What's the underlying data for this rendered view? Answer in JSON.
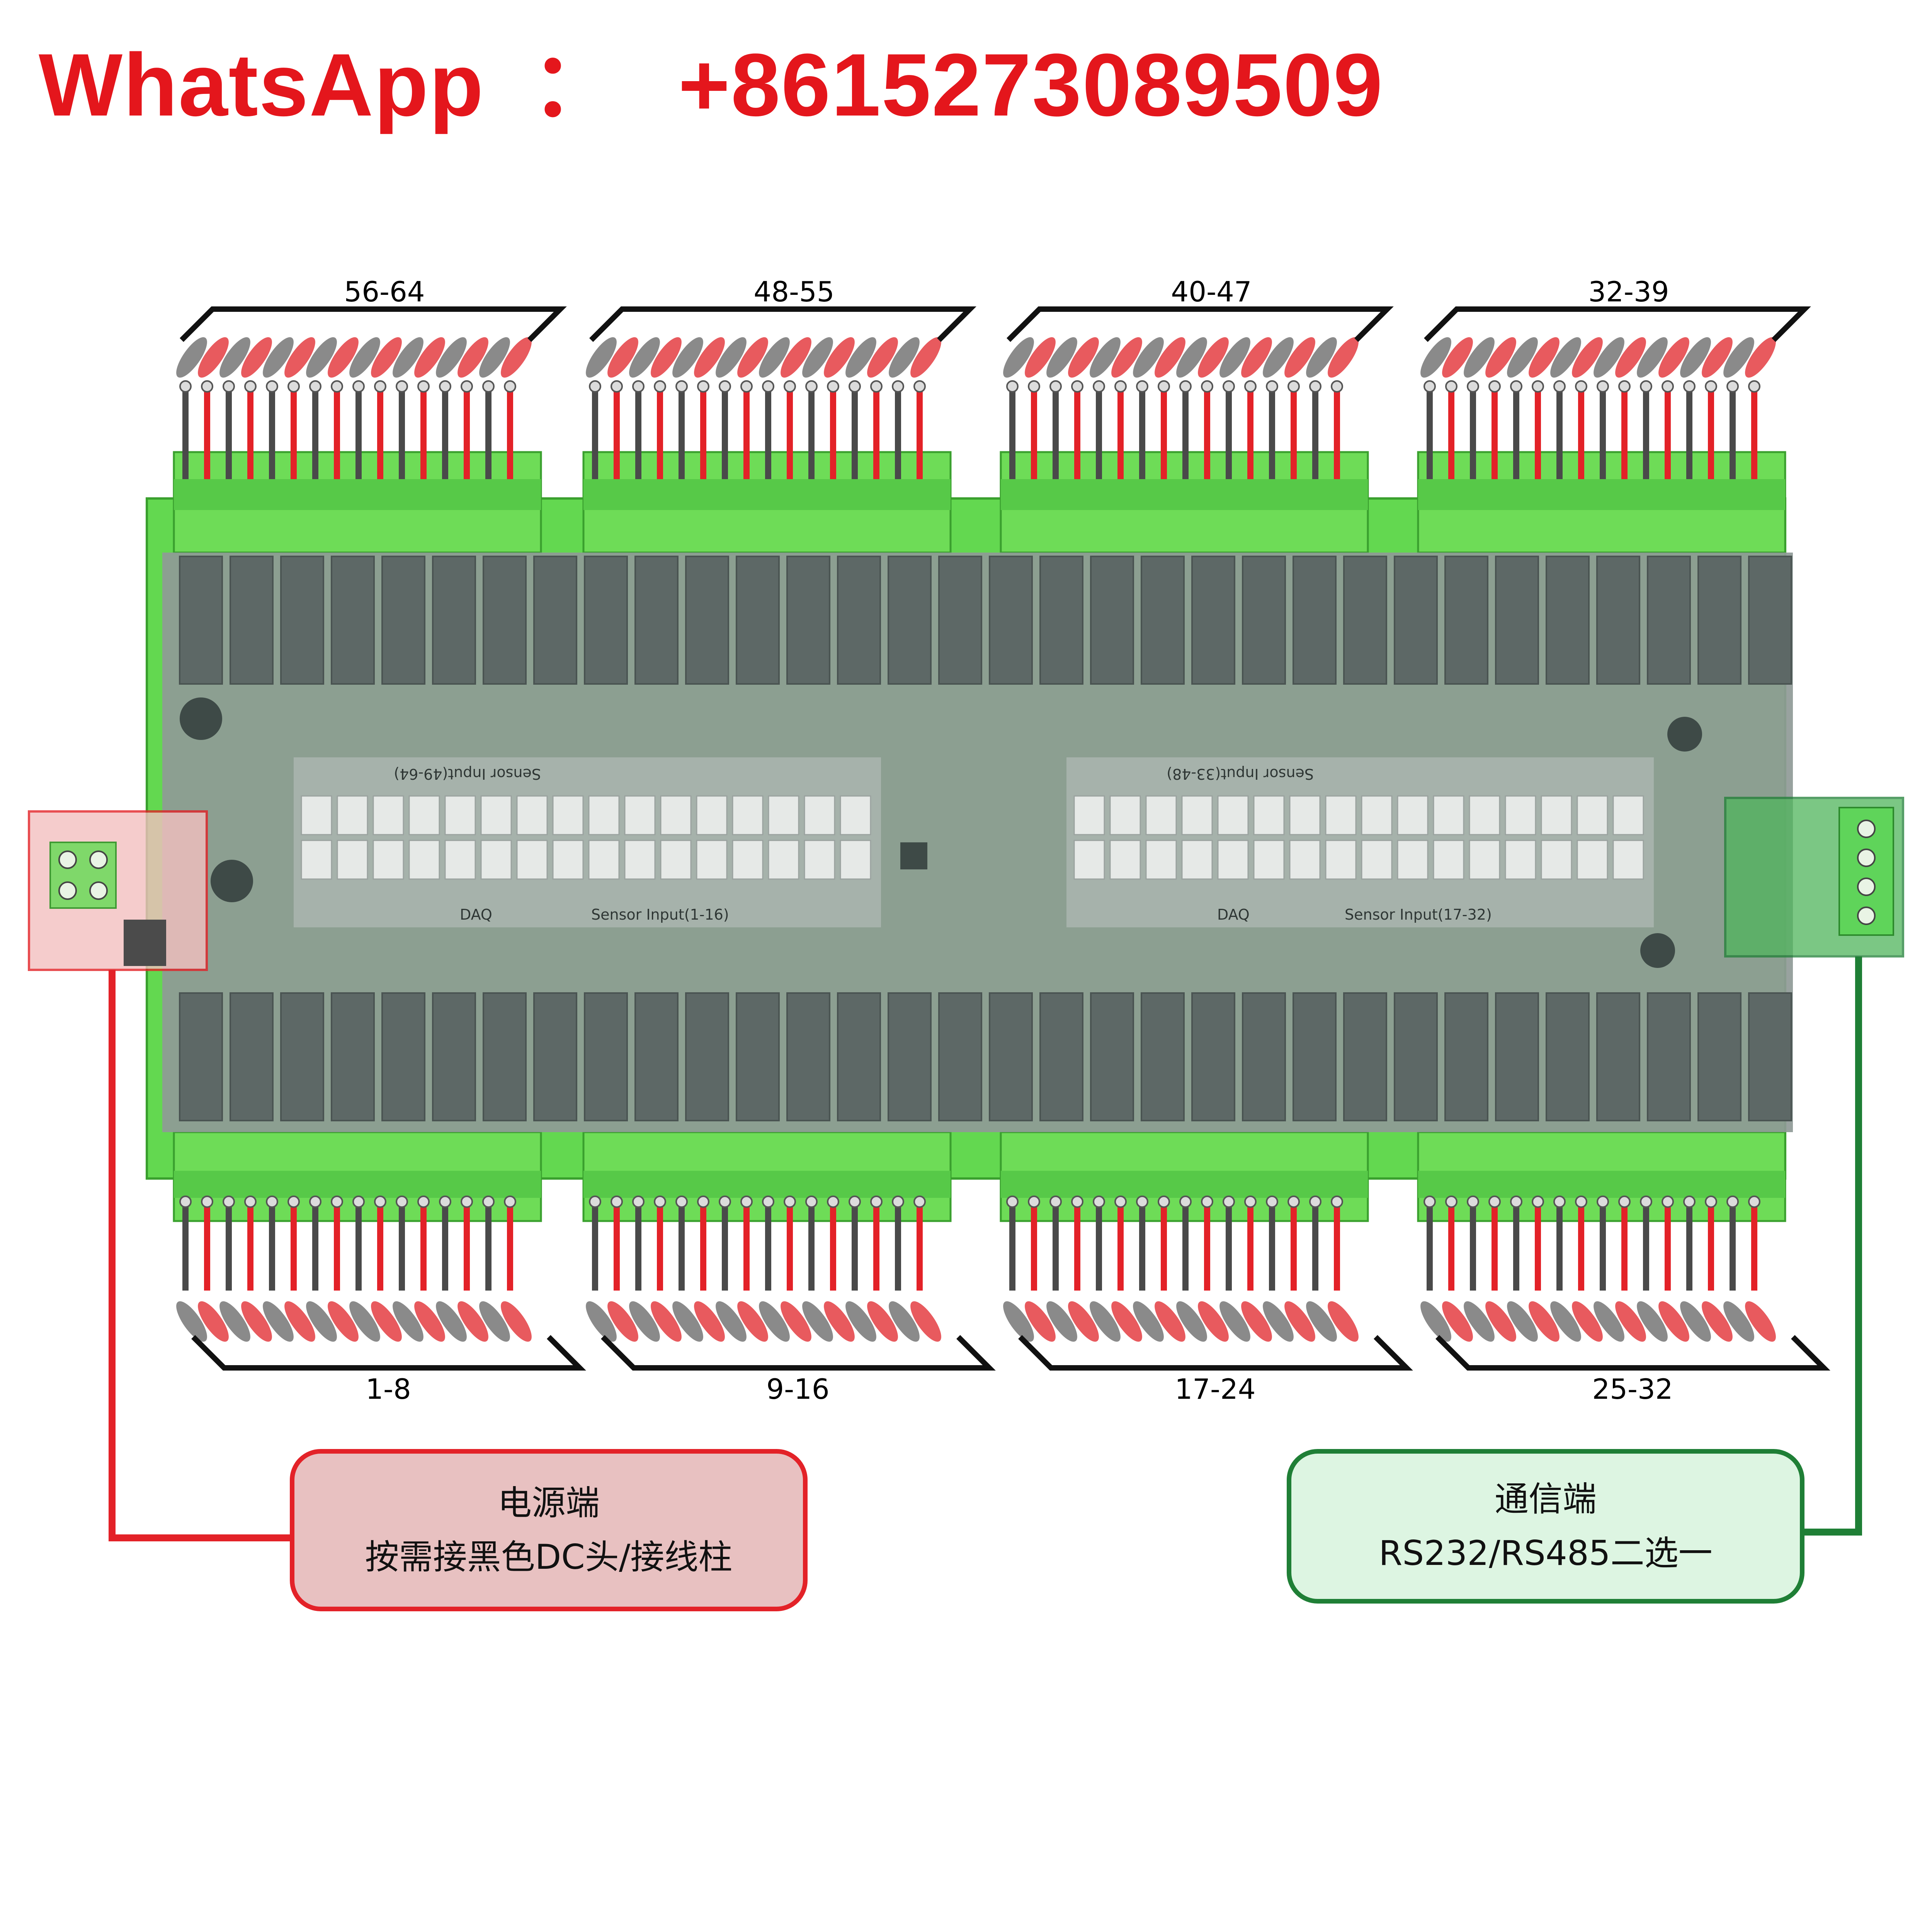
{
  "contact": {
    "label": "WhatsApp",
    "separator": "：",
    "phone": "+8615273089509"
  },
  "groups": {
    "top": [
      "56-64",
      "48-55",
      "40-47",
      "32-39"
    ],
    "bottom": [
      "1-8",
      "9-16",
      "17-24",
      "25-32"
    ]
  },
  "board": {
    "top_header": "Sensor Input(49-64)",
    "top_header_right": "Sensor Input(33-48)",
    "bottom_header": "Sensor Input(1-16)",
    "bottom_header_right": "Sensor Input(17-32)",
    "daq": "DAQ"
  },
  "power_box": {
    "line1": "电源端",
    "line2": "按需接黑色DC头/接线柱"
  },
  "comm_box": {
    "line1": "通信端",
    "line2": "RS232/RS485二选一"
  },
  "colors": {
    "power": "#e32228",
    "comm": "#1f7f36",
    "terminal_green": "#6edc57",
    "board_gray": "#8f9a97",
    "contact_red": "#e4161c"
  }
}
